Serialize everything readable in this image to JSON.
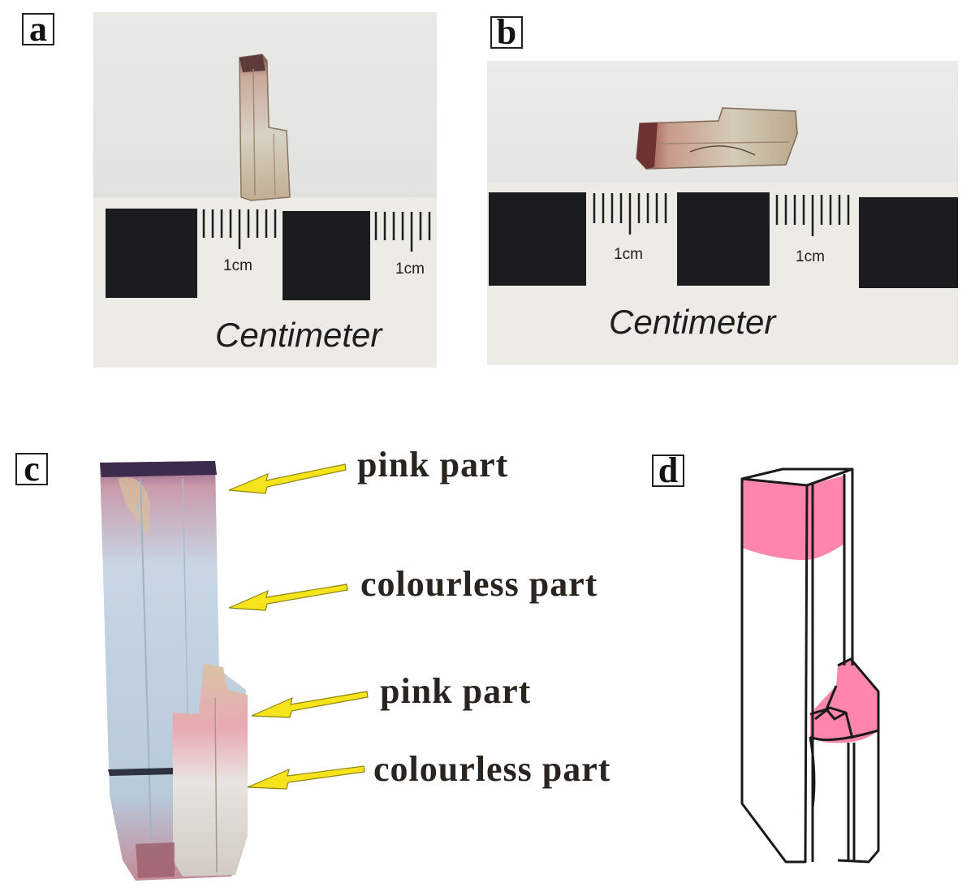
{
  "panels": {
    "a": {
      "label": "a",
      "ruler": {
        "unit_labels": [
          "1cm",
          "1cm"
        ],
        "caption": "Centimeter"
      }
    },
    "b": {
      "label": "b",
      "ruler": {
        "unit_labels": [
          "1cm",
          "1cm"
        ],
        "caption": "Centimeter"
      }
    },
    "c": {
      "label": "c",
      "annotations": [
        "pink part",
        "colourless part",
        "pink part",
        "colourless part"
      ]
    },
    "d": {
      "label": "d"
    }
  },
  "colors": {
    "pink": "#ff85ac",
    "arrow": "#f5e41c",
    "ruler_block": "#1b1c1e",
    "paper": "#ededea"
  }
}
